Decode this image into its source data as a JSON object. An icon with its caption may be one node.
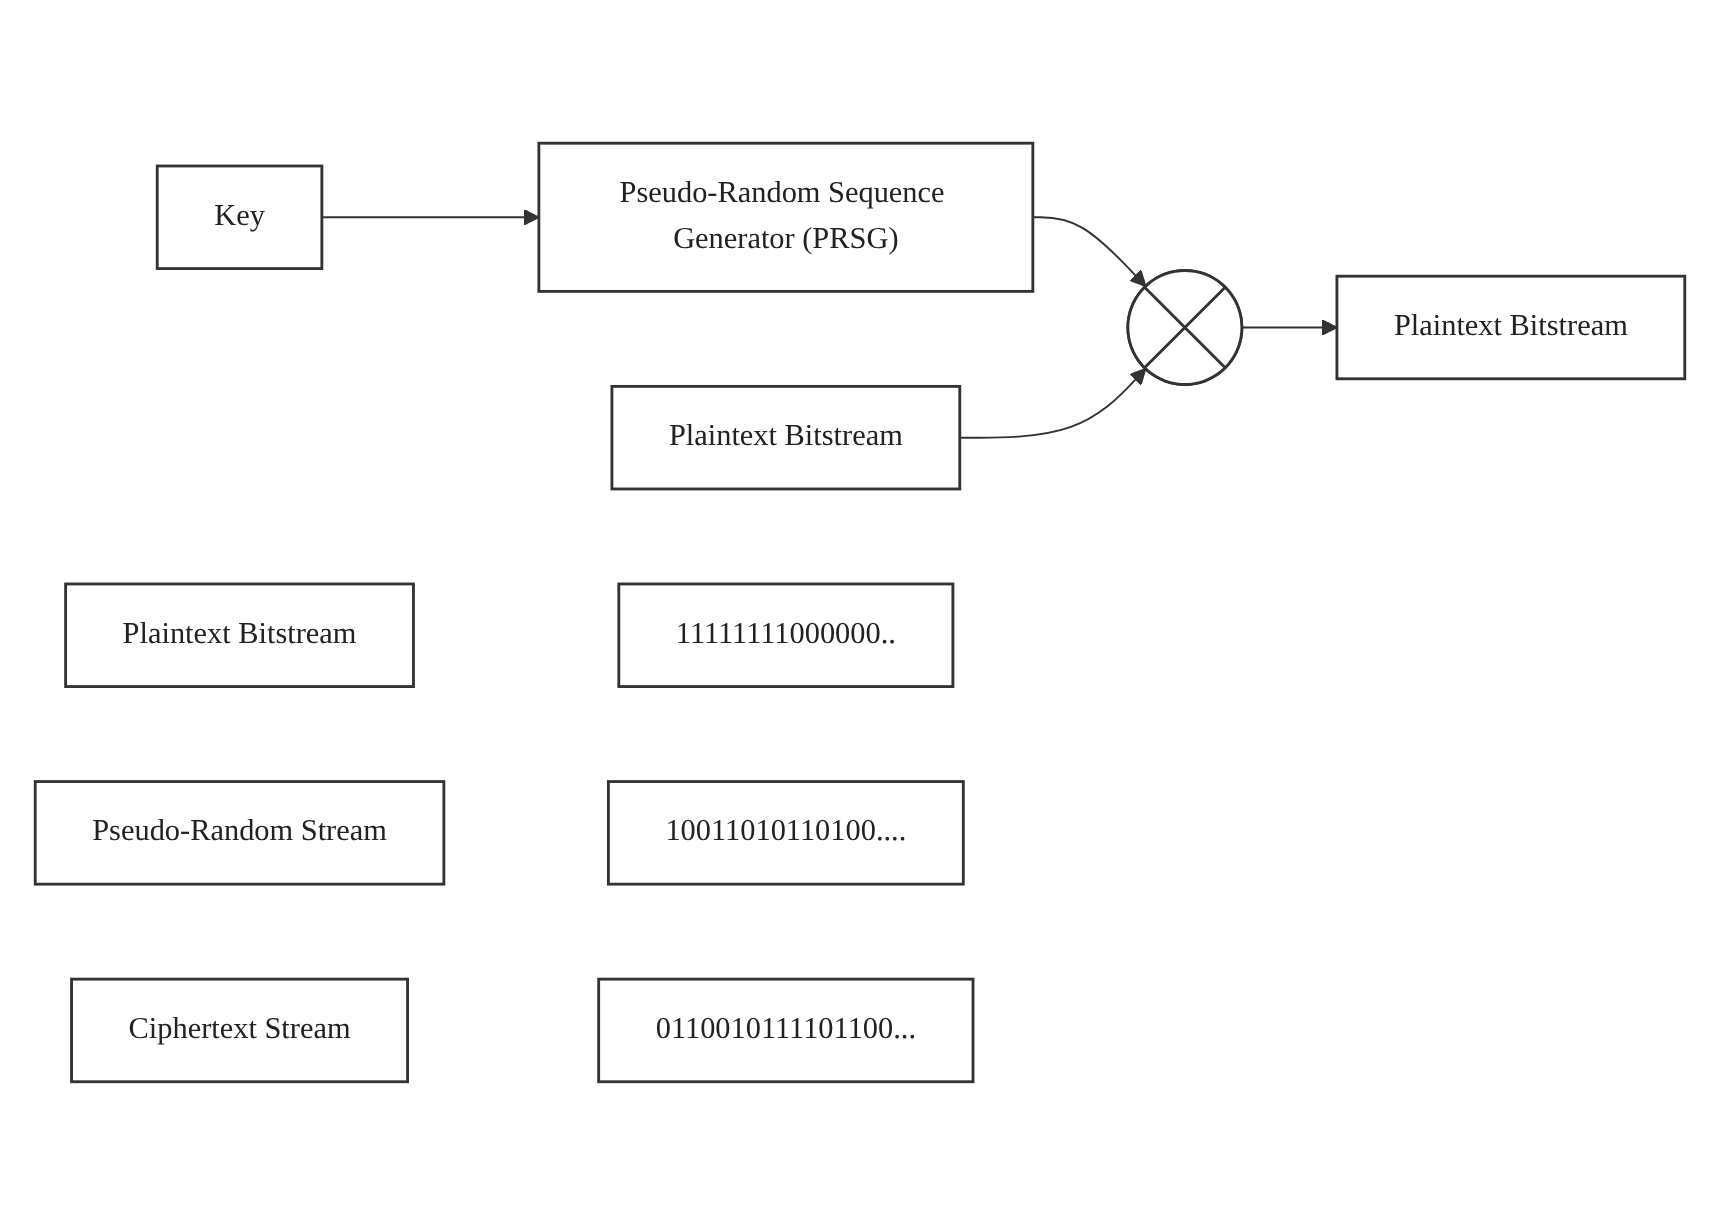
{
  "diagram": {
    "nodes": [
      {
        "text": [
          "Key"
        ]
      },
      {
        "text": [
          "Pseudo-Random Sequence Generator (PRSG)"
        ]
      },
      {
        "text": [
          "Plaintext Bitstream"
        ]
      },
      {
        "text": [],
        "shape": "circle"
      },
      {
        "text": [
          "Plaintext Bitstream"
        ]
      },
      {
        "text": [
          "Plaintext Bitstream"
        ]
      },
      {
        "text": [
          "11111111000000.."
        ]
      },
      {
        "text": [
          "Pseudo-Random Stream"
        ]
      },
      {
        "text": [
          "10011010110100...."
        ]
      },
      {
        "text": [
          "Ciphertext Stream"
        ]
      },
      {
        "text": [
          "0110010111101100..."
        ]
      }
    ],
    "edges": [
      {
        "from": 0,
        "to": 1,
        "arrow": "to"
      },
      {
        "from": 1,
        "to": 3,
        "arrow": "to"
      },
      {
        "from": 2,
        "to": 3,
        "arrow": "to"
      },
      {
        "from": 3,
        "to": 4,
        "arrow": "to"
      }
    ]
  }
}
